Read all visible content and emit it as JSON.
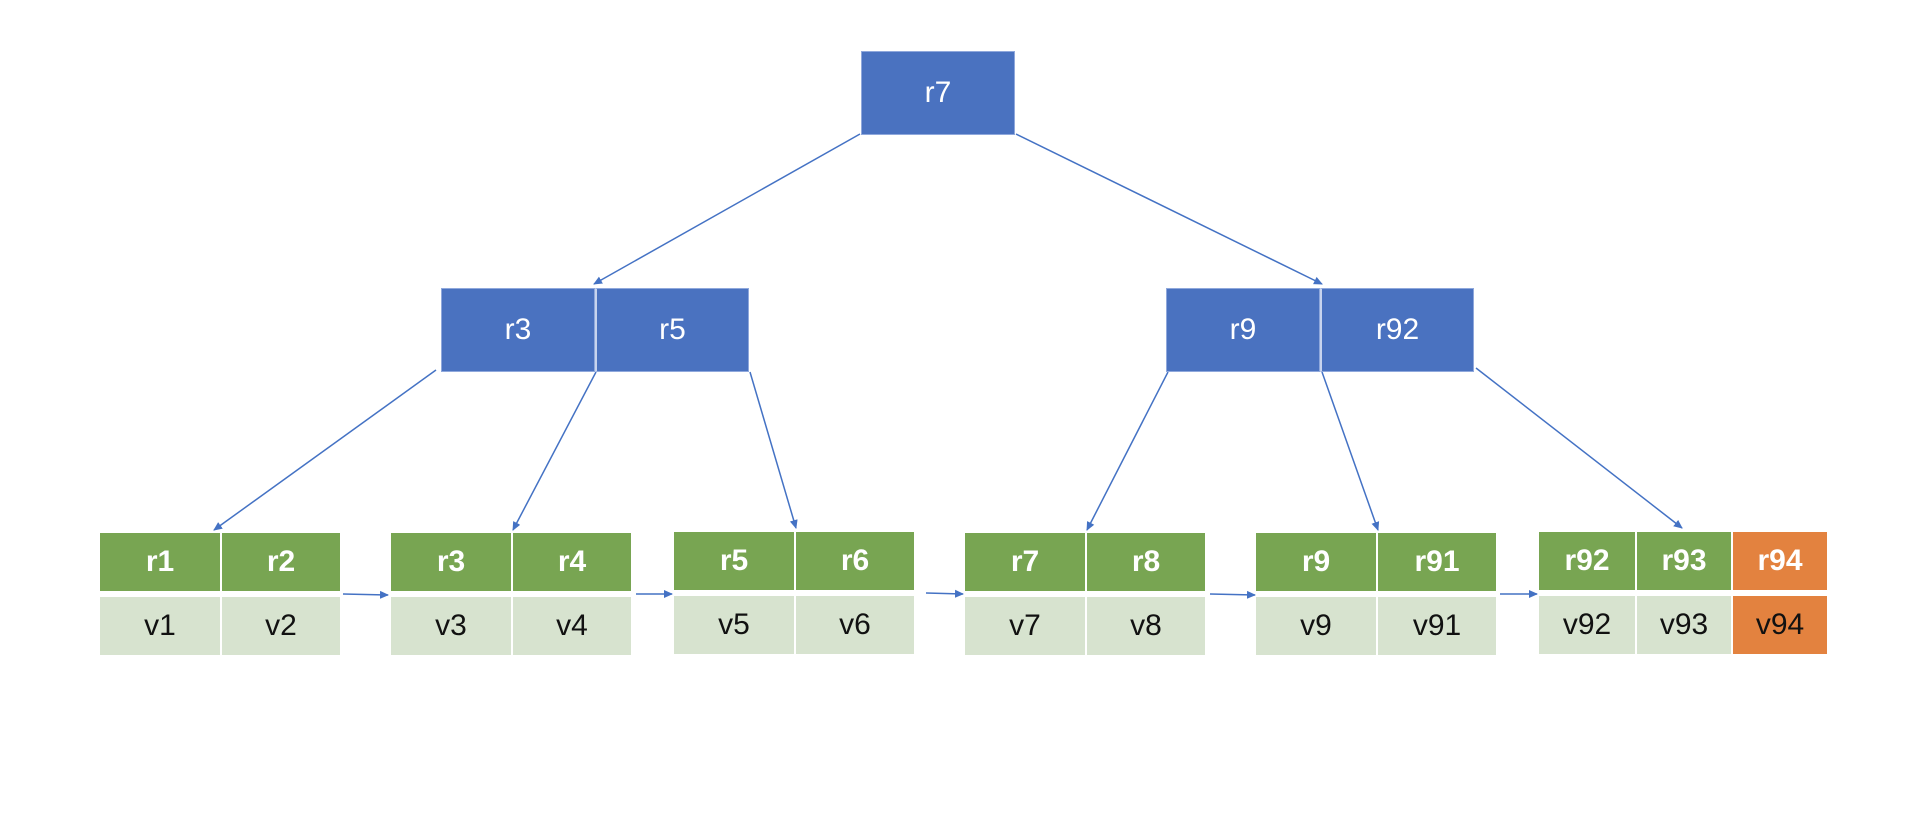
{
  "colors": {
    "internal_node": "#4a72c0",
    "leaf_key": "#78a552",
    "leaf_value": "#d7e3cf",
    "highlight": "#e3823f",
    "edge": "#4472c4"
  },
  "root": {
    "keys": [
      "r7"
    ]
  },
  "internal": [
    {
      "keys": [
        "r3",
        "r5"
      ]
    },
    {
      "keys": [
        "r9",
        "r92"
      ]
    }
  ],
  "leaves": [
    {
      "keys": [
        "r1",
        "r2"
      ],
      "values": [
        "v1",
        "v2"
      ]
    },
    {
      "keys": [
        "r3",
        "r4"
      ],
      "values": [
        "v3",
        "v4"
      ]
    },
    {
      "keys": [
        "r5",
        "r6"
      ],
      "values": [
        "v5",
        "v6"
      ]
    },
    {
      "keys": [
        "r7",
        "r8"
      ],
      "values": [
        "v7",
        "v8"
      ]
    },
    {
      "keys": [
        "r9",
        "r91"
      ],
      "values": [
        "v9",
        "v91"
      ]
    },
    {
      "keys": [
        "r92",
        "r93",
        "r94"
      ],
      "values": [
        "v92",
        "v93",
        "v94"
      ],
      "highlighted": [
        "r94",
        "v94"
      ]
    }
  ]
}
